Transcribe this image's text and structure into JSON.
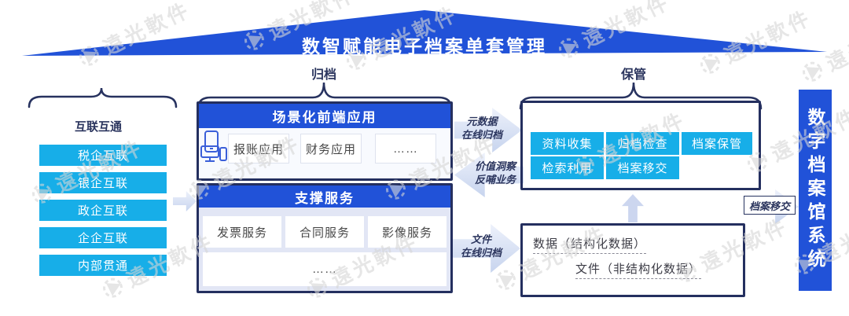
{
  "title": "数智赋能电子档案单套管理",
  "watermark": {
    "text": "遠光軟件"
  },
  "stages": {
    "middle": "归档",
    "right": "保管"
  },
  "left_section": {
    "label": "互联互通",
    "items": [
      "税企互联",
      "银企互联",
      "政企互联",
      "企企互联",
      "内部贯通"
    ]
  },
  "middle_section": {
    "front_app": {
      "header": "场景化前端应用",
      "icons": [
        "tablet-icon",
        "devices-icon"
      ],
      "items": [
        "报账应用",
        "财务应用",
        "……"
      ]
    },
    "support": {
      "header": "支撑服务",
      "items": [
        "发票服务",
        "合同服务",
        "影像服务"
      ],
      "more": "……"
    }
  },
  "flows": {
    "meta_archive": {
      "lines": [
        "元数据",
        "在线归档"
      ]
    },
    "insight_back": {
      "lines": [
        "价值洞察",
        "反哺业务"
      ]
    },
    "file_archive": {
      "lines": [
        "文件",
        "在线归档"
      ]
    },
    "transfer": {
      "label": "档案移交"
    }
  },
  "archive_section": {
    "process": [
      "资料收集",
      "归档检查",
      "档案保管",
      "检索利用",
      "档案移交"
    ],
    "data_box": {
      "lines": [
        "数据（结构化数据）",
        "文件（非结构化数据）"
      ]
    }
  },
  "archive_system": {
    "label": "数字档案馆系统"
  },
  "colors": {
    "royal_blue": "#2152d8",
    "cyan": "#17aee8",
    "navy_border": "#242f5f",
    "light_arrow": "#ccd9f0",
    "panel": "#e2e6f5"
  }
}
